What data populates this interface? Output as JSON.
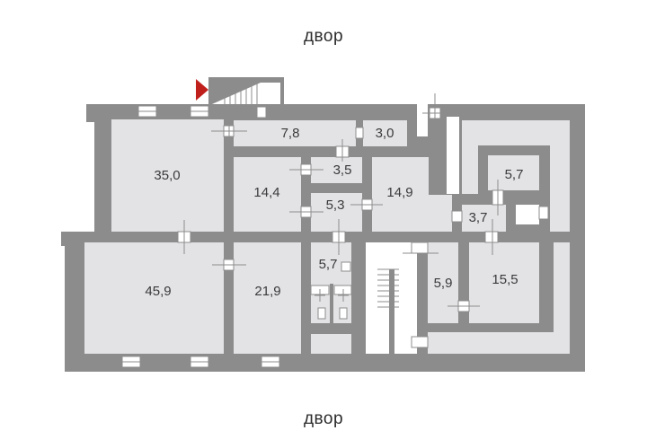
{
  "labels": {
    "yard_top": "двор",
    "yard_bottom": "двор"
  },
  "rooms": [
    {
      "id": "r35",
      "area": "35,0"
    },
    {
      "id": "r78",
      "area": "7,8"
    },
    {
      "id": "r30",
      "area": "3,0"
    },
    {
      "id": "r144",
      "area": "14,4"
    },
    {
      "id": "r35b",
      "area": "3,5"
    },
    {
      "id": "r53",
      "area": "5,3"
    },
    {
      "id": "r149",
      "area": "14,9"
    },
    {
      "id": "r57a",
      "area": "5,7"
    },
    {
      "id": "r37",
      "area": "3,7"
    },
    {
      "id": "r459",
      "area": "45,9"
    },
    {
      "id": "r219",
      "area": "21,9"
    },
    {
      "id": "r57b",
      "area": "5,7"
    },
    {
      "id": "r59",
      "area": "5,9"
    },
    {
      "id": "r155",
      "area": "15,5"
    }
  ],
  "colors": {
    "wall": "#8c8c8c",
    "room": "#e3e3e6",
    "window": "#ffffff",
    "entrance_marker": "#c0201c"
  },
  "icons": {
    "entrance": "entrance-arrow-icon",
    "stairs": "stairs-icon",
    "toilet": "toilet-icon",
    "door": "door-icon"
  }
}
